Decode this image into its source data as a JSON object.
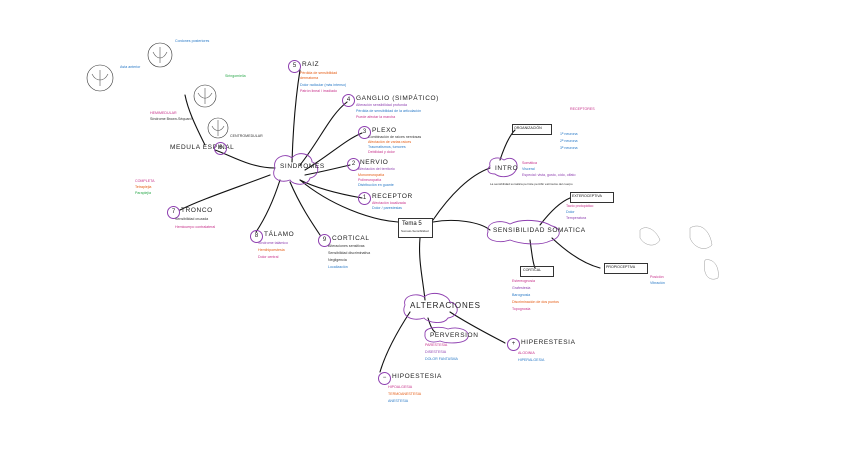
{
  "center": {
    "title": "Tema 5",
    "subtitle": "Somato-Sensibilidad"
  },
  "main_branches": {
    "sindromes": "SINDROMES",
    "medula": "MEDULA ESPINAL",
    "medula_num": "6",
    "alteraciones": "ALTERACIONES",
    "sensibilidad": "SENSIBILIDAD SOMATICA",
    "intro": "INTRO"
  },
  "sindromes_branches": [
    {
      "num": "5",
      "title": "RAIZ",
      "lines": [
        "Pérdida de sensibilidad",
        "dermatoma",
        "Dolor radicular (más intenso)",
        "Patrón lineal / irradiado"
      ]
    },
    {
      "num": "4",
      "title": "GANGLIO (SIMPÁTICO)",
      "lines": [
        "Alteración sensibilidad profunda",
        "Pérdida de sensibilidad de la articulación",
        "Puede afectar la marcha"
      ]
    },
    {
      "num": "3",
      "title": "PLEXO",
      "lines": [
        "Combinación de raíces nerviosas",
        "Afectación de varias raíces",
        "Traumatismos, tumores",
        "Debilidad y dolor"
      ]
    },
    {
      "num": "2",
      "title": "NERVIO",
      "lines": [
        "Afectación del territorio",
        "Mononeuropatía",
        "Polineuropatía",
        "Distribución en guante"
      ]
    },
    {
      "num": "1",
      "title": "RECEPTOR",
      "lines": [
        "Afectación localizada",
        "Dolor / parestesias"
      ]
    },
    {
      "num": "8",
      "title": "TÁLAMO",
      "lines": [
        "Síndrome talámico",
        "Hemihipoestesia",
        "Dolor central"
      ]
    },
    {
      "num": "9",
      "title": "CORTICAL",
      "lines": [
        "Alteraciones sensitivas",
        "Sensibilidad discriminativa",
        "Negligencia",
        "Localización"
      ]
    },
    {
      "num": "7",
      "title": "TRONCO",
      "lines": [
        "Sensibilidad cruzada",
        "Hemicuerpo contralateral"
      ]
    }
  ],
  "medula_notes": {
    "completa": "COMPLETA",
    "completa_lines": [
      "Tetraplejia",
      "Paraplejia"
    ],
    "hemimedular": "HEMIMEDULAR",
    "hemimedular_lines": [
      "Síndrome Brown-Séquard"
    ],
    "centromedular": "CENTROMEDULAR",
    "posterior": "Cordones posteriores",
    "anterior": "Asta anterior",
    "siringo": "Siringomielia"
  },
  "alteraciones": {
    "perversion": "PERVERSION",
    "perversion_lines": [
      "PARESTESIA",
      "DISESTESIA",
      "DOLOR FANTASMA"
    ],
    "hiper": "HIPERESTESIA",
    "hiper_lines": [
      "ALODINIA",
      "HIPERALGESIA"
    ],
    "hipo": "HIPOESTESIA",
    "hipo_lines": [
      "HIPOALGESIA",
      "TERMOANESTESIA",
      "ANESTESIA"
    ],
    "minus": "−",
    "plus": "+"
  },
  "sensibilidad": {
    "exteroceptiva": "EXTEROCEPTIVA",
    "exteroceptiva_lines": [
      "Tacto protopático",
      "Dolor",
      "Temperatura"
    ],
    "propioceptiva": "PROPIOCEPTIVA",
    "propioceptiva_lines": [
      "Posición",
      "Vibración"
    ],
    "cortical": "CORTICAL",
    "cortical_lines": [
      "Estereognosia",
      "Grafestesia",
      "Barognosia",
      "Discriminación de dos puntos",
      "Topognosia"
    ]
  },
  "intro": {
    "organizacion": "ORGANIZACIÓN",
    "receptores": "RECEPTORES",
    "neuronas": [
      "1ª neurona",
      "2ª neurona",
      "3ª neurona"
    ],
    "somatica": "Somática",
    "visceral": "Visceral",
    "especial": "Especial: vista, gusto, oído, olfato",
    "defn": "La sensibilidad somática permite percibir estímulos del cuerpo"
  }
}
